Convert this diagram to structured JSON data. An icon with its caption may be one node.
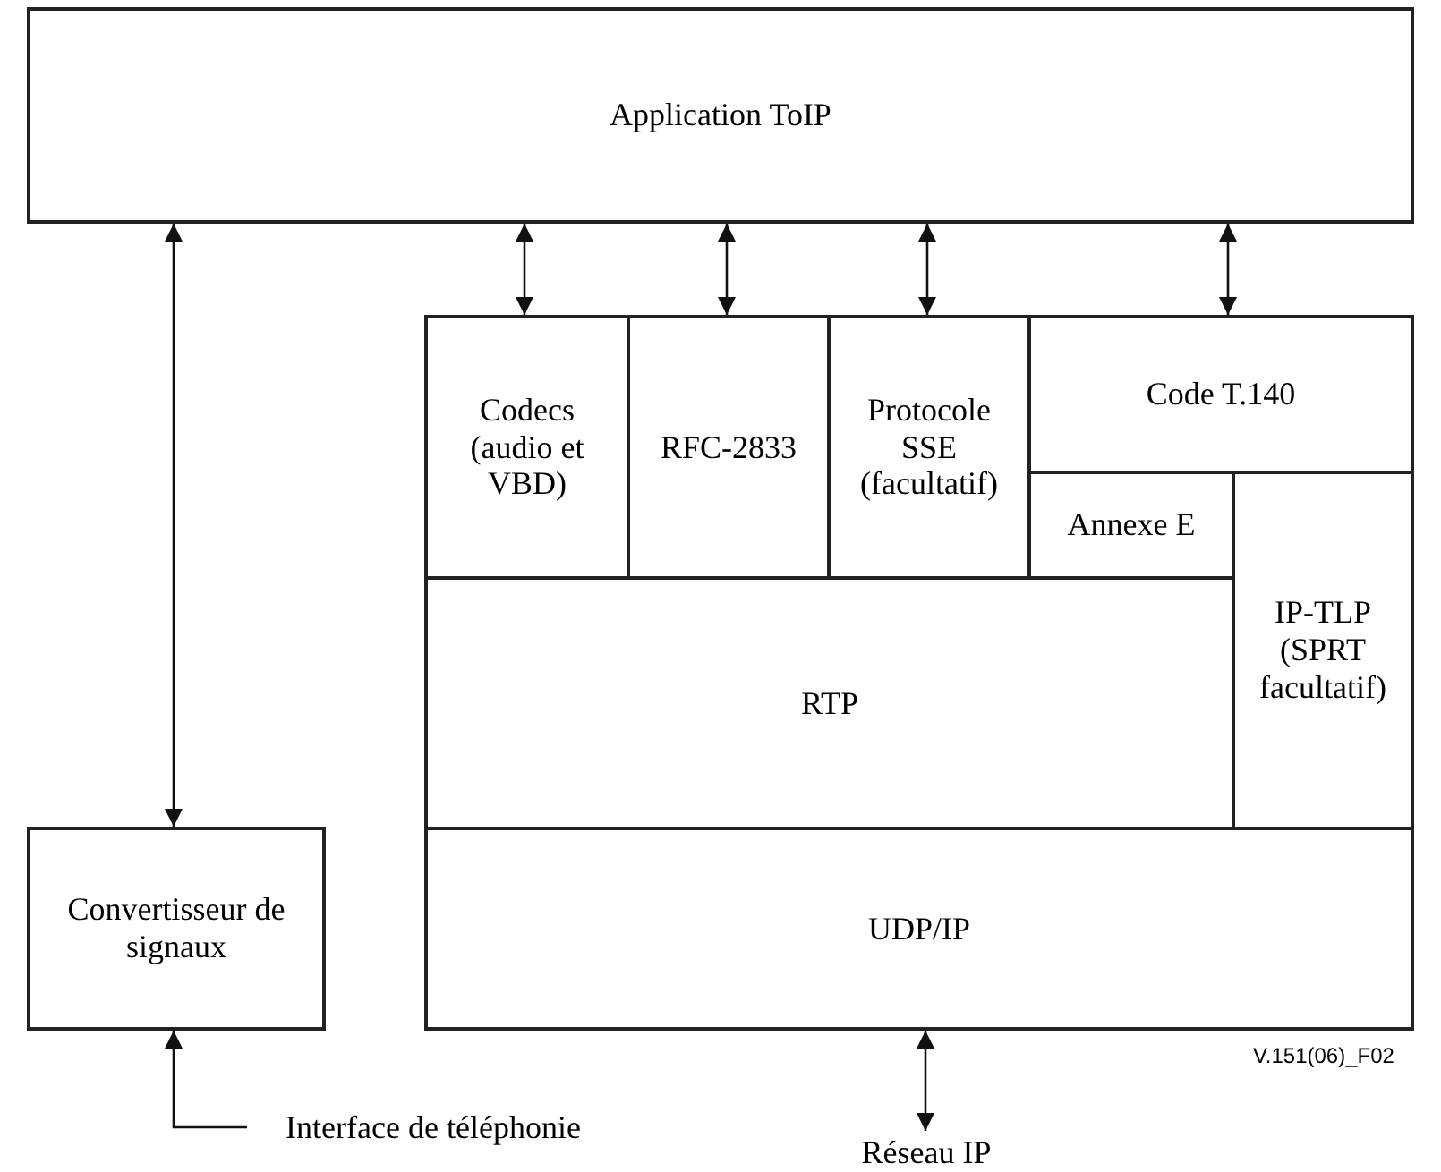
{
  "diagram": {
    "nodes": [
      {
        "text": [
          "Application ToIP"
        ]
      },
      {
        "text": [
          "Codecs (audio et VBD)"
        ]
      },
      {
        "text": [
          "RFC-2833"
        ]
      },
      {
        "text": [
          "Protocole SSE (facultatif)"
        ]
      },
      {
        "text": [
          "Code T.140"
        ]
      },
      {
        "text": [
          "Annexe E"
        ]
      },
      {
        "text": [
          "IP-TLP (SPRT facultatif)"
        ]
      },
      {
        "text": [
          "RTP"
        ]
      },
      {
        "text": [
          "Convertisseur de signaux"
        ]
      },
      {
        "text": [
          "UDP/IP"
        ]
      },
      {
        "text": [
          "Interface de téléphonie"
        ]
      },
      {
        "text": [
          "Réseau IP"
        ]
      }
    ],
    "edges": [
      {
        "from": 0,
        "to": 8,
        "arrow": "both"
      },
      {
        "from": 0,
        "to": 1,
        "arrow": "both"
      },
      {
        "from": 0,
        "to": 2,
        "arrow": "both"
      },
      {
        "from": 0,
        "to": 3,
        "arrow": "both"
      },
      {
        "from": 0,
        "to": 4,
        "arrow": "both"
      },
      {
        "from": 10,
        "to": 8,
        "arrow": "to"
      },
      {
        "from": 9,
        "to": 11,
        "arrow": "both"
      }
    ],
    "labels": [
      "V.151(06)_F02"
    ]
  }
}
